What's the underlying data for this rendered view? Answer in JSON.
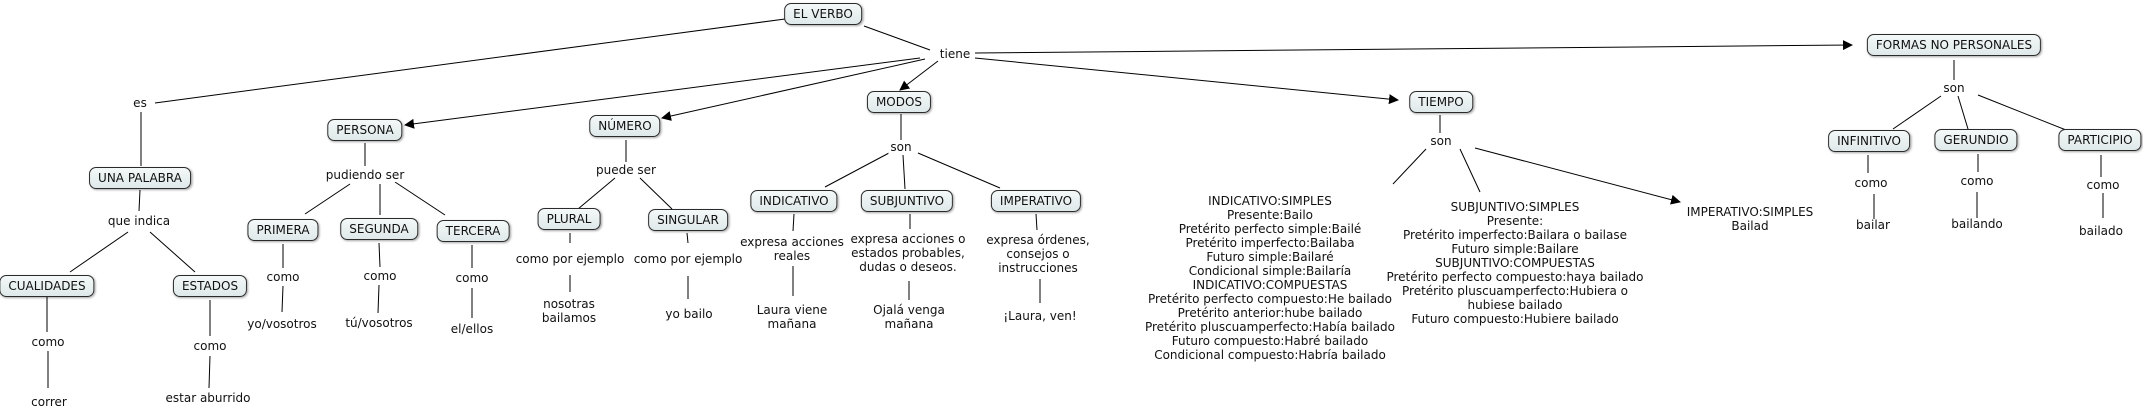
{
  "nodes": {
    "verbo": "EL VERBO",
    "una_palabra": "UNA PALABRA",
    "cualidades": "CUALIDADES",
    "estados": "ESTADOS",
    "persona": "PERSONA",
    "primera": "PRIMERA",
    "segunda": "SEGUNDA",
    "tercera": "TERCERA",
    "numero": "NÚMERO",
    "plural": "PLURAL",
    "singular": "SINGULAR",
    "modos": "MODOS",
    "indicativo": "INDICATIVO",
    "subjuntivo": "SUBJUNTIVO",
    "imperativo": "IMPERATIVO",
    "tiempo": "TIEMPO",
    "formas": "FORMAS NO PERSONALES",
    "infinitivo": "INFINITIVO",
    "gerundio": "GERUNDIO",
    "participio": "PARTICIPIO"
  },
  "links": {
    "tiene": "tiene",
    "es": "es",
    "que_indica": "que indica",
    "como_cual": "como",
    "como_est": "como",
    "pudiendo_ser": "pudiendo ser",
    "como_prim": "como",
    "como_seg": "como",
    "como_ter": "como",
    "puede_ser": "puede ser",
    "como_plural": [
      "como",
      "por ejemplo"
    ],
    "como_singular": [
      "como",
      "por ejemplo"
    ],
    "son_modos": "son",
    "son_tiempo": "son",
    "son_formas": "son",
    "como_inf": "como",
    "como_ger": "como",
    "como_par": "como"
  },
  "texts": {
    "correr": "correr",
    "estar_aburrido": "estar aburrido",
    "yo_vosotros": "yo/vosotros",
    "tu_vosotros": "tú/vosotros",
    "el_ellos": "el/ellos",
    "nosotras": [
      "nosotras",
      "bailamos"
    ],
    "yo_bailo": "yo bailo",
    "ind_desc": [
      "expresa acciones",
      "reales"
    ],
    "sub_desc": [
      "expresa acciones o",
      "estados probables,",
      "dudas o deseos."
    ],
    "imp_desc": [
      "expresa órdenes,",
      "consejos o",
      "instrucciones"
    ],
    "laura": [
      "Laura viene",
      "mañana"
    ],
    "ojala": [
      "Ojalá venga",
      "mañana"
    ],
    "laura_ven": "¡Laura, ven!",
    "indicativo_tiempos": [
      "INDICATIVO:SIMPLES",
      "Presente:Bailo",
      "Pretérito perfecto simple:Bailé",
      "Pretérito imperfecto:Bailaba",
      "Futuro simple:Bailaré",
      "Condicional simple:Bailaría",
      "INDICATIVO:COMPUESTAS",
      "Pretérito perfecto compuesto:He bailado",
      "Pretérito anterior:hube bailado",
      "Pretérito pluscuamperfecto:Había bailado",
      "Futuro compuesto:Habré bailado",
      "Condicional compuesto:Habría bailado"
    ],
    "subjuntivo_tiempos": [
      "SUBJUNTIVO:SIMPLES",
      "Presente:",
      "Pretérito imperfecto:Bailara o bailase",
      "Futuro simple:Bailare",
      "SUBJUNTIVO:COMPUESTAS",
      "Pretérito perfecto compuesto:haya bailado",
      "Pretérito pluscuamperfecto:Hubiera o",
      "hubiese bailado",
      "Futuro compuesto:Hubiere bailado"
    ],
    "imperativo_tiempos": [
      "IMPERATIVO:SIMPLES",
      "Bailad"
    ],
    "bailar": "bailar",
    "bailando": "bailando",
    "bailado": "bailado"
  }
}
